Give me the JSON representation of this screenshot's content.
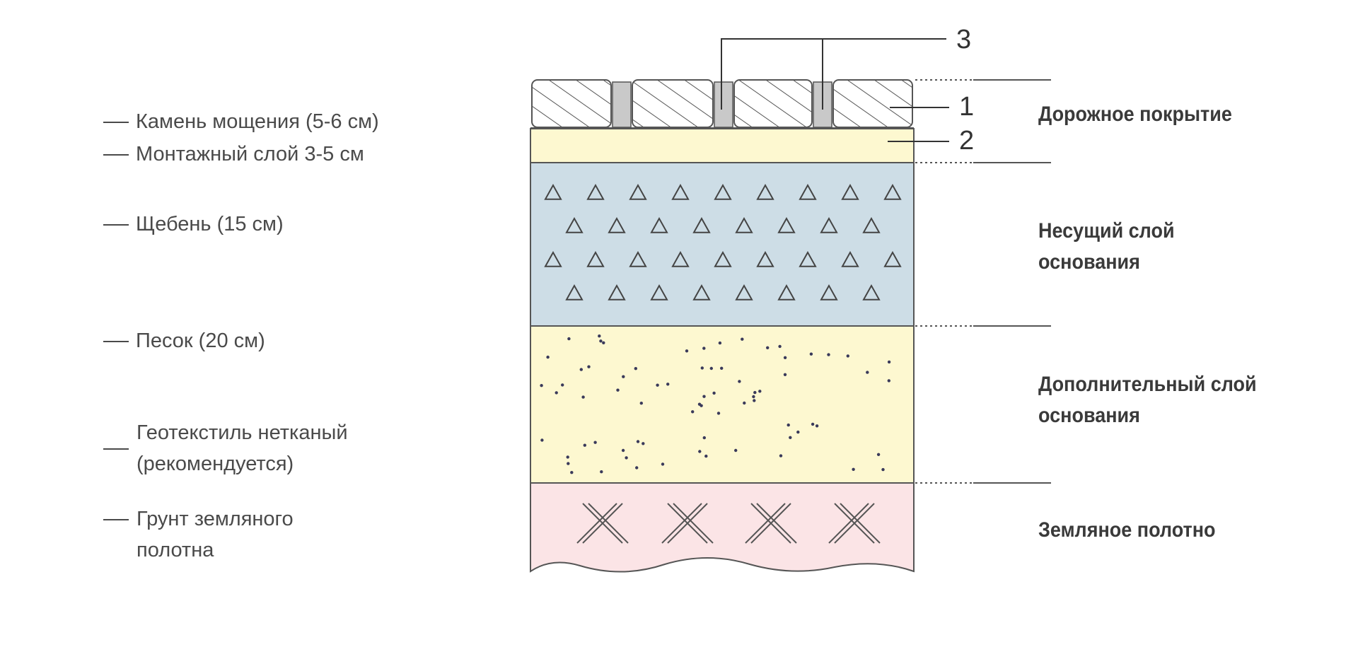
{
  "left_labels": {
    "paving_stone": "Камень мощения  (5-6 см)",
    "mounting_layer": "Монтажный слой 3-5 см",
    "crushed_stone": "Щебень (15 см)",
    "sand": "Песок (20 см)",
    "geotextile": [
      "Геотекстиль нетканый",
      "(рекомендуется)"
    ],
    "soil": [
      "Грунт земляного",
      "полотна"
    ]
  },
  "zones": {
    "road_surface": [
      "Дорожное покрытие"
    ],
    "bearing_base": [
      "Несущий слой",
      "основания"
    ],
    "additional_base": [
      "Дополнительный слой",
      "основания"
    ],
    "subgrade": [
      "Земляное полотно"
    ]
  },
  "callouts": {
    "stone": "1",
    "mounting": "2",
    "joints": "3"
  },
  "colors": {
    "stone_fill": "#ffffff",
    "joint_fill": "#c9c9c9",
    "mounting_fill": "#fdf8d0",
    "crushed_fill": "#cddde6",
    "sand_fill": "#fdf8d0",
    "soil_fill": "#fbe4e6",
    "outline": "#555555"
  }
}
